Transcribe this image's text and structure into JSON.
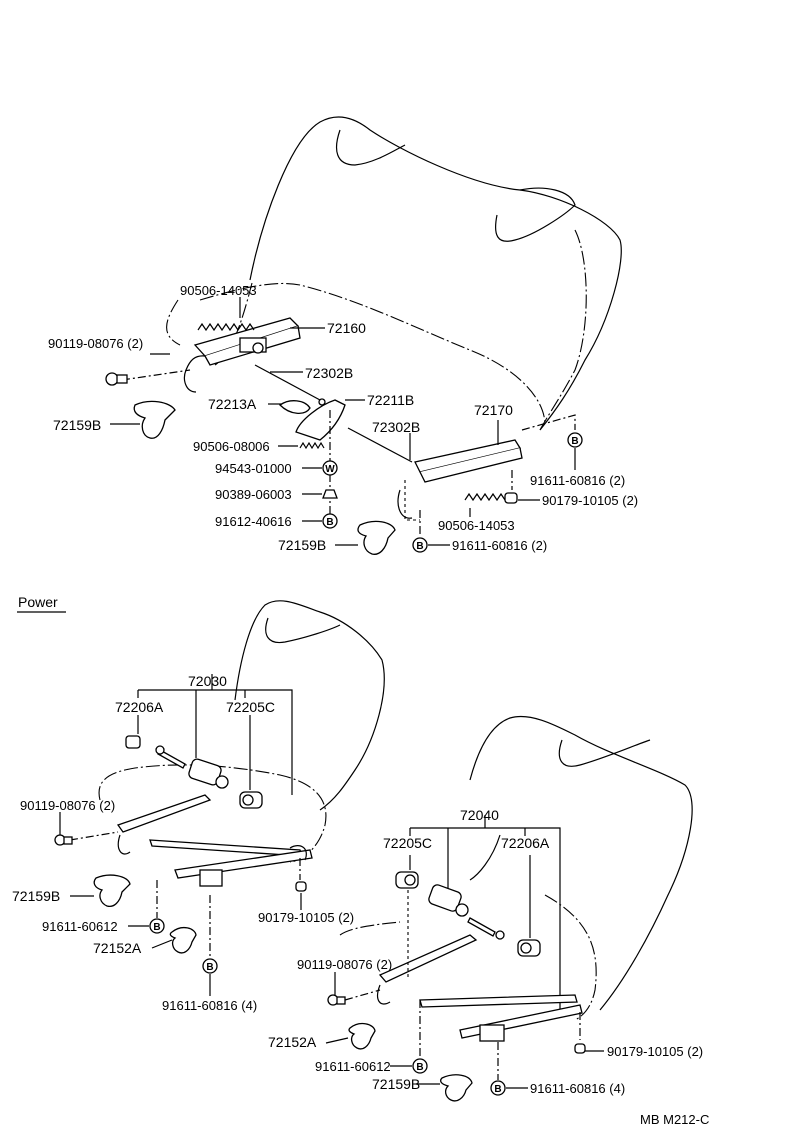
{
  "top": {
    "p90506_14053_a": "90506-14053",
    "p72160": "72160",
    "p90119_08076": "90119-08076 (2)",
    "p72302B_a": "72302B",
    "p72213A": "72213A",
    "p72211B": "72211B",
    "p72159B_a": "72159B",
    "p72302B_b": "72302B",
    "p72170": "72170",
    "p90506_08006": "90506-08006",
    "p94543_01000": "94543-01000",
    "p90389_06003": "90389-06003",
    "p91612_40616": "91612-40616",
    "p91611_60816_a": "91611-60816 (2)",
    "p90179_10105": "90179-10105 (2)",
    "p90506_14053_b": "90506-14053",
    "p72159B_b": "72159B",
    "p91611_60816_b": "91611-60816 (2)"
  },
  "power_heading": "Power",
  "left": {
    "p72030": "72030",
    "p72206A": "72206A",
    "p72205C": "72205C",
    "p90119_08076": "90119-08076 (2)",
    "p72159B": "72159B",
    "p91611_60612": "91611-60612",
    "p72152A": "72152A",
    "p90179_10105": "90179-10105 (2)",
    "p91611_60816": "91611-60816 (4)"
  },
  "right": {
    "p72040": "72040",
    "p72205C": "72205C",
    "p72206A": "72206A",
    "p90119_08076": "90119-08076 (2)",
    "p72152A": "72152A",
    "p91611_60612": "91611-60612",
    "p90179_10105": "90179-10105 (2)",
    "p72159B": "72159B",
    "p91611_60816": "91611-60816 (4)"
  },
  "symbols": {
    "bolt_b": "B",
    "washer_w": "W"
  },
  "footer_code": "MB  M212-C"
}
